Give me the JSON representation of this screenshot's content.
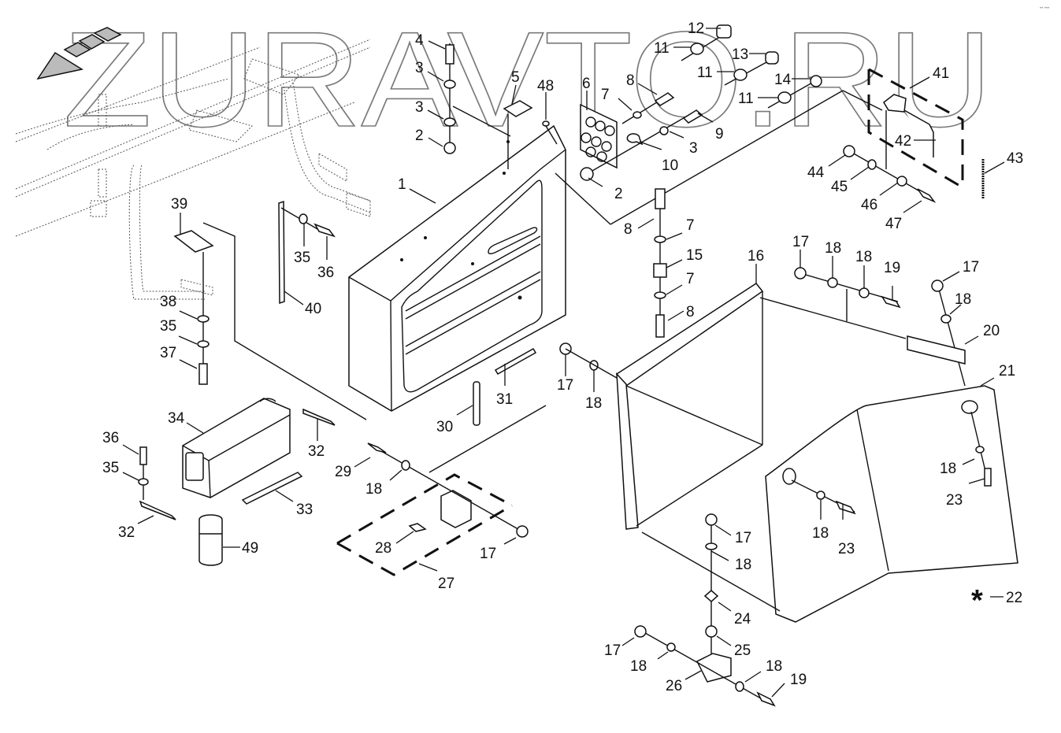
{
  "watermark": {
    "text": "ZURAVTO.RU"
  },
  "corner_mark": "•• •••",
  "legend_symbol": {
    "glyph": "*",
    "label": "22"
  },
  "callouts": [
    {
      "id": "c1",
      "label": "1"
    },
    {
      "id": "c2a",
      "label": "2"
    },
    {
      "id": "c2b",
      "label": "2"
    },
    {
      "id": "c3a",
      "label": "3"
    },
    {
      "id": "c3b",
      "label": "3"
    },
    {
      "id": "c3c",
      "label": "3"
    },
    {
      "id": "c4",
      "label": "4"
    },
    {
      "id": "c5",
      "label": "5"
    },
    {
      "id": "c6",
      "label": "6"
    },
    {
      "id": "c7a",
      "label": "7"
    },
    {
      "id": "c7b",
      "label": "7"
    },
    {
      "id": "c7c",
      "label": "7"
    },
    {
      "id": "c8a",
      "label": "8"
    },
    {
      "id": "c8b",
      "label": "8"
    },
    {
      "id": "c8c",
      "label": "8"
    },
    {
      "id": "c9",
      "label": "9"
    },
    {
      "id": "c10",
      "label": "10"
    },
    {
      "id": "c11a",
      "label": "11"
    },
    {
      "id": "c11b",
      "label": "11"
    },
    {
      "id": "c11c",
      "label": "11"
    },
    {
      "id": "c12",
      "label": "12"
    },
    {
      "id": "c13",
      "label": "13"
    },
    {
      "id": "c14",
      "label": "14"
    },
    {
      "id": "c15",
      "label": "15"
    },
    {
      "id": "c16",
      "label": "16"
    },
    {
      "id": "c17a",
      "label": "17"
    },
    {
      "id": "c17b",
      "label": "17"
    },
    {
      "id": "c17c",
      "label": "17"
    },
    {
      "id": "c17d",
      "label": "17"
    },
    {
      "id": "c17e",
      "label": "17"
    },
    {
      "id": "c17f",
      "label": "17"
    },
    {
      "id": "c18a",
      "label": "18"
    },
    {
      "id": "c18b",
      "label": "18"
    },
    {
      "id": "c18c",
      "label": "18"
    },
    {
      "id": "c18d",
      "label": "18"
    },
    {
      "id": "c18e",
      "label": "18"
    },
    {
      "id": "c18f",
      "label": "18"
    },
    {
      "id": "c18g",
      "label": "18"
    },
    {
      "id": "c18h",
      "label": "18"
    },
    {
      "id": "c18i",
      "label": "18"
    },
    {
      "id": "c18j",
      "label": "18"
    },
    {
      "id": "c19a",
      "label": "19"
    },
    {
      "id": "c19b",
      "label": "19"
    },
    {
      "id": "c20",
      "label": "20"
    },
    {
      "id": "c21",
      "label": "21"
    },
    {
      "id": "c23a",
      "label": "23"
    },
    {
      "id": "c23b",
      "label": "23"
    },
    {
      "id": "c24",
      "label": "24"
    },
    {
      "id": "c25",
      "label": "25"
    },
    {
      "id": "c26",
      "label": "26"
    },
    {
      "id": "c27",
      "label": "27"
    },
    {
      "id": "c28",
      "label": "28"
    },
    {
      "id": "c29",
      "label": "29"
    },
    {
      "id": "c30",
      "label": "30"
    },
    {
      "id": "c31",
      "label": "31"
    },
    {
      "id": "c32a",
      "label": "32"
    },
    {
      "id": "c32b",
      "label": "32"
    },
    {
      "id": "c33",
      "label": "33"
    },
    {
      "id": "c34",
      "label": "34"
    },
    {
      "id": "c35a",
      "label": "35"
    },
    {
      "id": "c35b",
      "label": "35"
    },
    {
      "id": "c35c",
      "label": "35"
    },
    {
      "id": "c36a",
      "label": "36"
    },
    {
      "id": "c36b",
      "label": "36"
    },
    {
      "id": "c37",
      "label": "37"
    },
    {
      "id": "c38",
      "label": "38"
    },
    {
      "id": "c39",
      "label": "39"
    },
    {
      "id": "c40",
      "label": "40"
    },
    {
      "id": "c41",
      "label": "41"
    },
    {
      "id": "c42",
      "label": "42"
    },
    {
      "id": "c43",
      "label": "43"
    },
    {
      "id": "c44",
      "label": "44"
    },
    {
      "id": "c45",
      "label": "45"
    },
    {
      "id": "c46",
      "label": "46"
    },
    {
      "id": "c47",
      "label": "47"
    },
    {
      "id": "c48",
      "label": "48"
    },
    {
      "id": "c49",
      "label": "49"
    }
  ]
}
